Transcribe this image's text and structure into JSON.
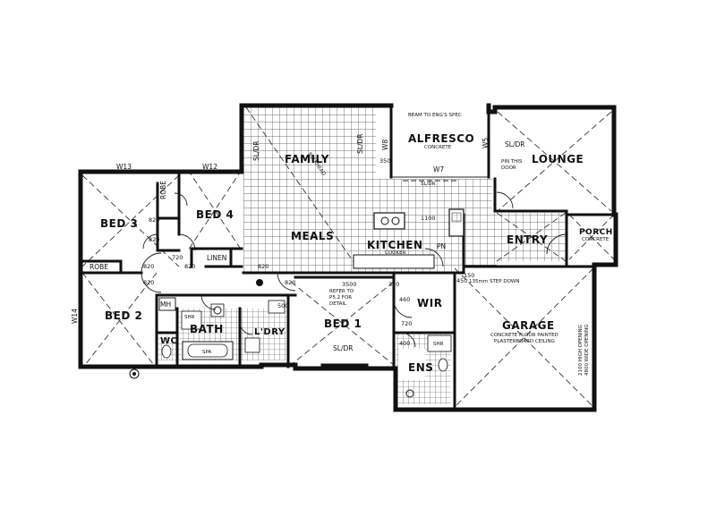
{
  "rooms": {
    "family": "FAMILY",
    "alfresco": "ALFRESCO",
    "alfresco_sub": "CONCRETE",
    "lounge": "LOUNGE",
    "bed3": "BED 3",
    "bed4": "BED 4",
    "meals": "MEALS",
    "kitchen": "KITCHEN",
    "entry": "ENTRY",
    "porch": "PORCH",
    "porch_sub": "CONCRETE",
    "bed2": "BED 2",
    "bath": "BATH",
    "laundry": "L'DRY",
    "wc": "WC",
    "bed1": "BED 1",
    "wir": "WIR",
    "ens": "ENS",
    "garage": "GARAGE",
    "garage_sub1": "CONCRETE FLOOR PAINTED",
    "garage_sub2": "PLASTERBOARD CEILING"
  },
  "labels": {
    "robe_bed3": "ROBE",
    "robe_bed2": "ROBE",
    "linen": "LINEN",
    "mh": "MH",
    "shr_bath": "SHR",
    "shr_ens": "SHR",
    "spa": "SPA",
    "pn": "PN",
    "cooker": "COOKER"
  },
  "notes": {
    "beam": "BEAM TO ENG'S SPEC",
    "pin_door_1": "PIN THIS",
    "pin_door_2": "DOOR",
    "refer_1": "REFER TO",
    "refer_2": "P5.2 FOR",
    "refer_3": "DETAIL",
    "step_down": "135mm STEP DOWN",
    "bulkhead": "BULKHEAD",
    "garage_opening_1": "2100 HIGH OPENING",
    "garage_opening_2": "4800 WIDE OPENING",
    "sl_dr_family": "SL/DR",
    "sl_dr_lounge": "SL/DR",
    "sl_dr_bed1": "SL/DR",
    "sl_dr_alfresco": "SL/DR",
    "sl_dr_top": "SL/DR"
  },
  "windows": {
    "w13": "W13",
    "w12": "W12",
    "w14": "W14",
    "w8": "W8",
    "w7": "W7",
    "w5": "W5"
  },
  "dims": {
    "d350": "350",
    "d3500": "3500",
    "d320": "320",
    "d460": "460",
    "d720": "720",
    "d1100": "1100",
    "d450": "450",
    "d150": "150",
    "d500": "500",
    "d400": "400",
    "d820a": "820",
    "d820b": "820",
    "d820c": "820",
    "d820d": "820",
    "d820e": "820",
    "d820f": "820",
    "d820g": "820",
    "d720b": "720"
  }
}
